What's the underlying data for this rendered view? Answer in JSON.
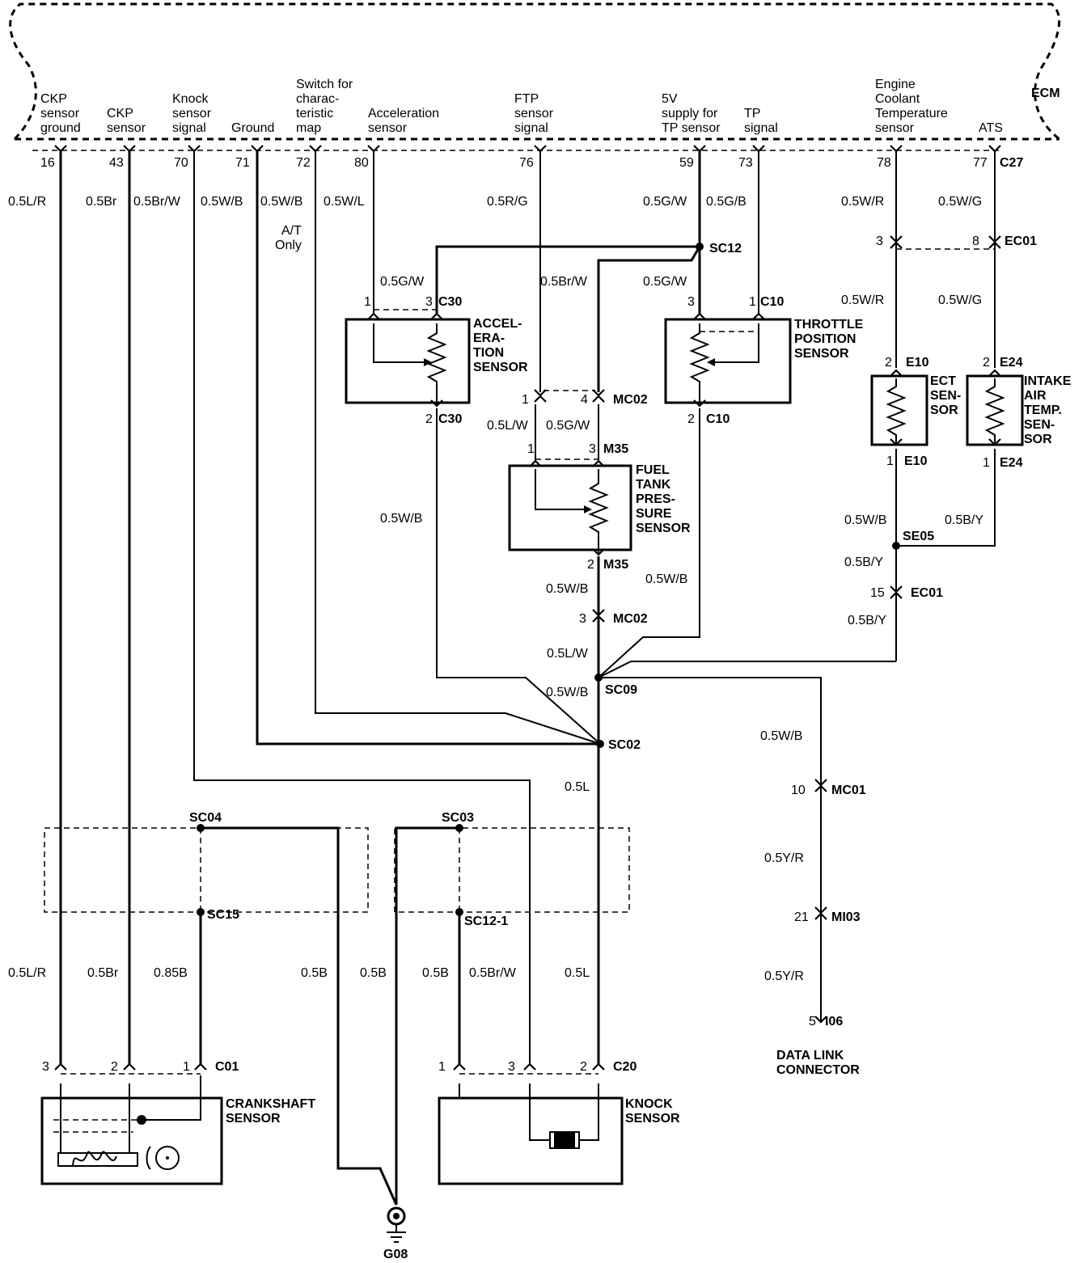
{
  "ecm": {
    "label": "ECM"
  },
  "ecm_pins": [
    {
      "id": "ckp-gnd",
      "lines": [
        "CKP",
        "sensor",
        "ground"
      ],
      "pin": "16",
      "wire": "0.5L/R"
    },
    {
      "id": "ckp",
      "lines": [
        "CKP",
        "sensor"
      ],
      "pin": "43",
      "wire": "0.5Br"
    },
    {
      "id": "knock",
      "lines": [
        "Knock",
        "sensor",
        "signal"
      ],
      "pin": "70",
      "wire": "0.5Br/W"
    },
    {
      "id": "ground",
      "lines": [
        "Ground"
      ],
      "pin": "71",
      "wire": "0.5W/B"
    },
    {
      "id": "switch-map",
      "lines": [
        "Switch for",
        "charac-",
        "teristic",
        "map"
      ],
      "pin": "72",
      "wire": "0.5W/B"
    },
    {
      "id": "accel",
      "lines": [
        "Acceleration",
        "sensor"
      ],
      "pin": "80",
      "wire": "0.5W/L"
    },
    {
      "id": "ftp",
      "lines": [
        "FTP",
        "sensor",
        "signal"
      ],
      "pin": "76",
      "wire": "0.5R/G"
    },
    {
      "id": "5v",
      "lines": [
        "5V",
        "supply for",
        "TP sensor"
      ],
      "pin": "59",
      "wire": "0.5G/W"
    },
    {
      "id": "tp",
      "lines": [
        "TP",
        "signal"
      ],
      "pin": "73",
      "wire": "0.5G/B"
    },
    {
      "id": "ect",
      "lines": [
        "Engine",
        "Coolant",
        "Temperature",
        "sensor"
      ],
      "pin": "78",
      "wire": "0.5W/R"
    },
    {
      "id": "ats",
      "lines": [
        "ATS"
      ],
      "pin": "77",
      "wire": "0.5W/G",
      "connector": "C27"
    }
  ],
  "notes": {
    "at_only": [
      "A/T",
      "Only"
    ]
  },
  "components": {
    "accel": [
      "ACCEL-",
      "ERA-",
      "TION",
      "SENSOR"
    ],
    "tps": [
      "THROTTLE",
      "POSITION",
      "SENSOR"
    ],
    "ect": [
      "ECT",
      "SEN-",
      "SOR"
    ],
    "iat": [
      "INTAKE",
      "AIR",
      "TEMP.",
      "SEN-",
      "SOR"
    ],
    "ftp": [
      "FUEL",
      "TANK",
      "PRES-",
      "SURE",
      "SENSOR"
    ],
    "crank": [
      "CRANKSHAFT",
      "SENSOR"
    ],
    "knock": [
      "KNOCK",
      "SENSOR"
    ],
    "dlc": [
      "DATA LINK",
      "CONNECTOR"
    ],
    "ground": "G08"
  },
  "splices": {
    "sc12": "SC12",
    "sc09": "SC09",
    "sc02": "SC02",
    "se05": "SE05",
    "sc04": "SC04",
    "sc15": "SC15",
    "sc03": "SC03",
    "sc121": "SC12-1"
  },
  "connectors": {
    "c30a": {
      "name": "C30",
      "p1": "1",
      "p2": "3"
    },
    "c30b": {
      "name": "C30",
      "p1": "2"
    },
    "c10a": {
      "name": "C10",
      "p1": "3",
      "p2": "1"
    },
    "c10b": {
      "name": "C10",
      "p1": "2"
    },
    "mc02a": {
      "name": "MC02",
      "p1": "1",
      "p2": "4"
    },
    "m35a": {
      "name": "M35",
      "p1": "1",
      "p2": "3"
    },
    "m35b": {
      "name": "M35",
      "p1": "2"
    },
    "mc02b": {
      "name": "MC02",
      "p1": "3"
    },
    "ec01a": {
      "name": "EC01",
      "p1": "3",
      "p2": "8"
    },
    "e10a": {
      "name": "E10",
      "p1": "2"
    },
    "e10b": {
      "name": "E10",
      "p1": "1"
    },
    "e24a": {
      "name": "E24",
      "p1": "2"
    },
    "e24b": {
      "name": "E24",
      "p1": "1"
    },
    "ec01b": {
      "name": "EC01",
      "p1": "15"
    },
    "mc01": {
      "name": "MC01",
      "p1": "10"
    },
    "mi03": {
      "name": "MI03",
      "p1": "21"
    },
    "i06": {
      "name": "I06",
      "p1": "5"
    },
    "c01": {
      "name": "C01",
      "p1": "3",
      "p2": "2",
      "p3": "1"
    },
    "c20": {
      "name": "C20",
      "p1": "1",
      "p2": "3",
      "p3": "2"
    }
  },
  "wires": {
    "accel_g_w": "0.5G/W",
    "ftp_br_w": "0.5Br/W",
    "tps_g_w": "0.5G/W",
    "ect_w_r": "0.5W/R",
    "iat_w_g": "0.5W/G",
    "mc02_l_w": "0.5L/W",
    "mc02_g_w": "0.5G/W",
    "accel_w_b": "0.5W/B",
    "ftp_w_b": "0.5W/B",
    "tps_w_b": "0.5W/B",
    "ect_w_b": "0.5W/B",
    "iat_b_y": "0.5B/Y",
    "se05_b_y": "0.5B/Y",
    "ec01_b_y": "0.5B/Y",
    "mc02_l_w2": "0.5L/W",
    "sc09_w_b": "0.5W/B",
    "sc02_l": "0.5L",
    "dlc_w_b": "0.5W/B",
    "dlc_y_r1": "0.5Y/R",
    "dlc_y_r2": "0.5Y/R",
    "crank_l_r": "0.5L/R",
    "crank_br": "0.5Br",
    "crank_085b": "0.85B",
    "gnd_b1": "0.5B",
    "gnd_b2": "0.5B",
    "knock_b": "0.5B",
    "knock_br_w": "0.5Br/W",
    "knock_l": "0.5L"
  }
}
